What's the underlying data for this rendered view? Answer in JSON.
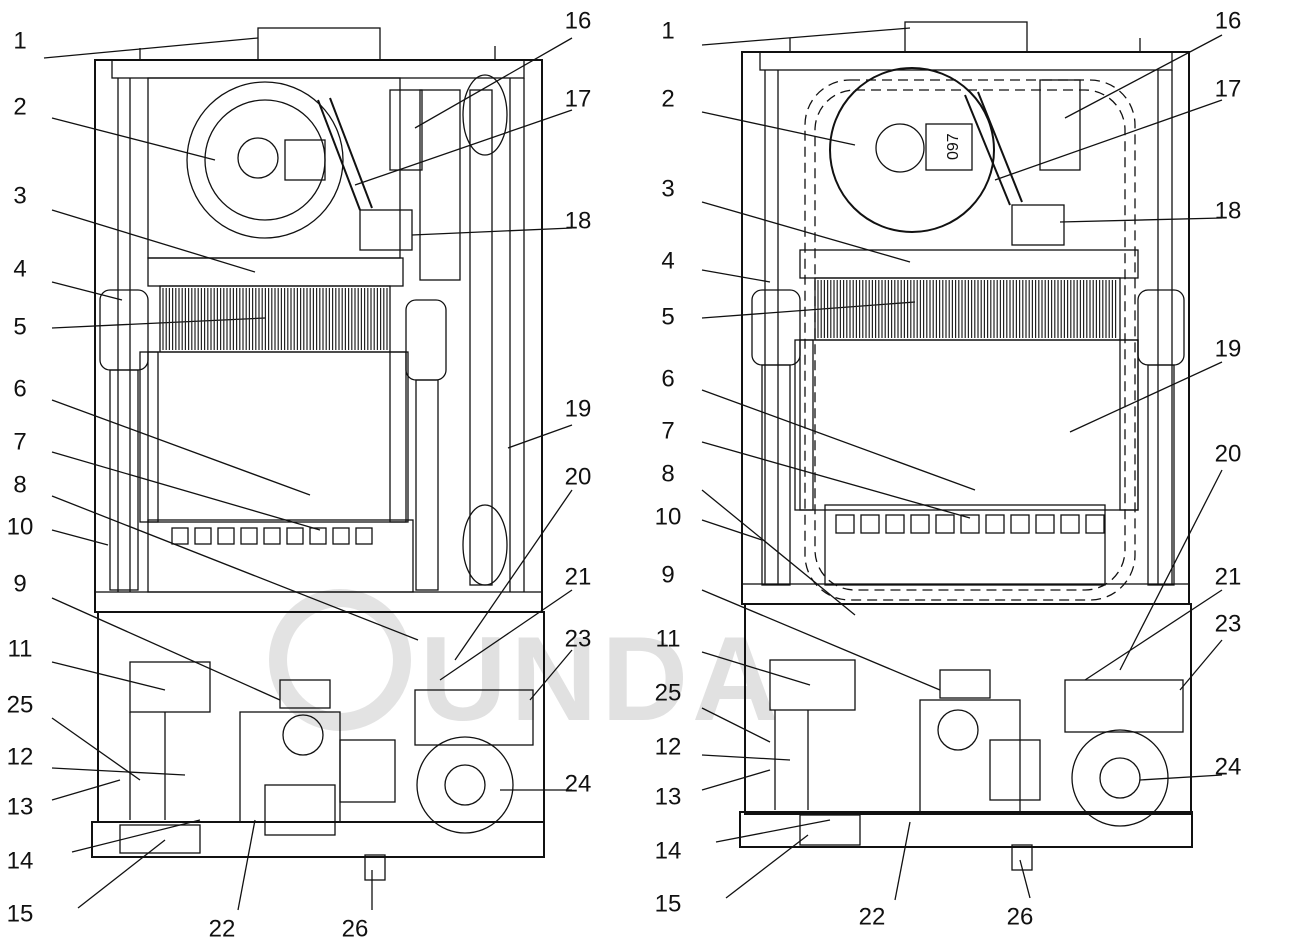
{
  "watermark": "UNDA",
  "diagrams": [
    {
      "id": "boiler-left",
      "callouts": [
        "1",
        "2",
        "3",
        "4",
        "5",
        "6",
        "7",
        "8",
        "10",
        "9",
        "11",
        "25",
        "12",
        "13",
        "14",
        "15",
        "16",
        "17",
        "18",
        "19",
        "20",
        "21",
        "23",
        "24",
        "22",
        "26"
      ]
    },
    {
      "id": "boiler-right",
      "callouts": [
        "1",
        "2",
        "3",
        "4",
        "5",
        "6",
        "7",
        "8",
        "10",
        "9",
        "11",
        "25",
        "12",
        "13",
        "14",
        "15",
        "16",
        "17",
        "18",
        "19",
        "20",
        "21",
        "23",
        "24",
        "22",
        "26"
      ],
      "fan_label": "097"
    }
  ]
}
